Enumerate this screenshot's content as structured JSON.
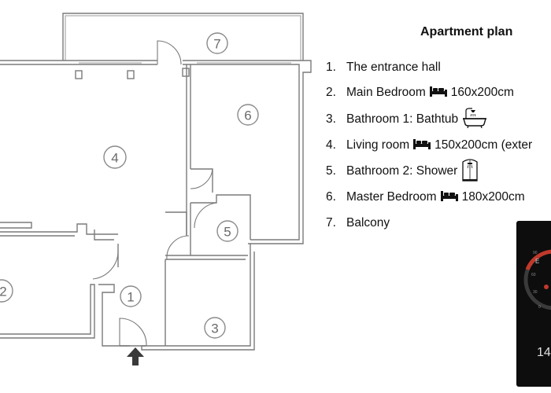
{
  "rooms": [
    {
      "id": 1,
      "label": "1"
    },
    {
      "id": 2,
      "label": "2"
    },
    {
      "id": 3,
      "label": "3"
    },
    {
      "id": 4,
      "label": "4"
    },
    {
      "id": 5,
      "label": "5"
    },
    {
      "id": 6,
      "label": "6"
    },
    {
      "id": 7,
      "label": "7"
    }
  ],
  "legend": {
    "title": "Apartment plan",
    "items": [
      {
        "num": "1.",
        "text": "The entrance hall",
        "icon": "",
        "extra": ""
      },
      {
        "num": "2.",
        "text": "Main Bedroom",
        "icon": "bed-icon",
        "extra": "160x200cm"
      },
      {
        "num": "3.",
        "text": "Bathroom 1: Bathtub",
        "icon": "bathtub-icon",
        "extra": ""
      },
      {
        "num": "4.",
        "text": "Living room",
        "icon": "bed-icon",
        "extra": "150x200cm (exter"
      },
      {
        "num": "5.",
        "text": "Bathroom 2: Shower",
        "icon": "shower-cabin-icon",
        "extra": ""
      },
      {
        "num": "6.",
        "text": "Master Bedroom",
        "icon": "bed-icon",
        "extra": "180x200cm"
      },
      {
        "num": "7.",
        "text": "Balcony",
        "icon": "",
        "extra": ""
      }
    ]
  },
  "thumbnail": {
    "labels": [
      "E",
      "90",
      "60",
      "30",
      "0",
      "14"
    ]
  },
  "colors": {
    "wall": "#7a7a7a",
    "text": "#111111",
    "thumbnail_bg": "#0d0d0d"
  }
}
